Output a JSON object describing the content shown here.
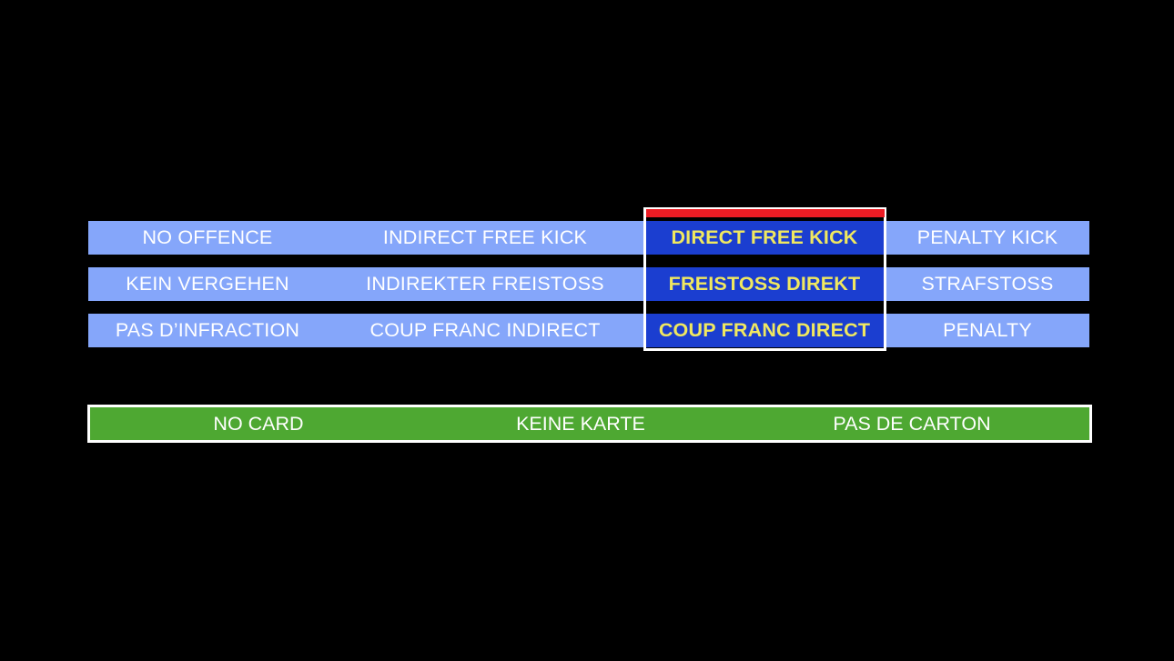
{
  "page": {
    "background_color": "#000000",
    "title": "Referee signal decision matrix"
  },
  "colors": {
    "cell_background": "#85a6fa",
    "cell_text": "#ffffff",
    "selected_background": "#1b3ed0",
    "selected_text": "#f0e860",
    "selection_border": "#ffffff",
    "selection_marker": "#ec1c24",
    "card_background": "#4ea832",
    "card_text": "#ffffff"
  },
  "matrix": {
    "columns": [
      {
        "key": "no_offence",
        "selected": false
      },
      {
        "key": "indirect_free_kick",
        "selected": false
      },
      {
        "key": "direct_free_kick",
        "selected": true
      },
      {
        "key": "penalty_kick",
        "selected": false
      }
    ],
    "rows": [
      {
        "language": "en",
        "cells": [
          "NO OFFENCE",
          "INDIRECT FREE KICK",
          "DIRECT FREE KICK",
          "PENALTY KICK"
        ]
      },
      {
        "language": "de",
        "cells": [
          "KEIN VERGEHEN",
          "INDIREKTER FREISTOSS",
          "FREISTOSS DIREKT",
          "STRAFSTOSS"
        ]
      },
      {
        "language": "fr",
        "cells": [
          "PAS D’INFRACTION",
          "COUP FRANC INDIRECT",
          "COUP FRANC DIRECT",
          "PENALTY"
        ]
      }
    ]
  },
  "card_banner": {
    "segments": [
      "NO CARD",
      "KEINE KARTE",
      "PAS DE CARTON"
    ]
  }
}
